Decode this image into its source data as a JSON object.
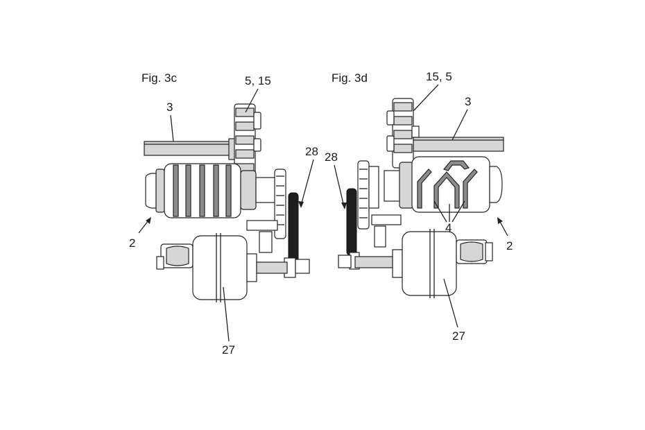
{
  "figures": [
    {
      "title": "Fig. 3c",
      "labels": {
        "camshaft": "2",
        "shaft": "3",
        "gear_pair": "5, 15",
        "motor": "27",
        "drive_gear": "28"
      }
    },
    {
      "title": "Fig. 3d",
      "labels": {
        "camshaft": "2",
        "shaft": "3",
        "gear_pair": "15, 5",
        "motor": "27",
        "drive_gear": "28",
        "cam_tracks": "4"
      }
    }
  ],
  "colors": {
    "line": "#222222",
    "shade": "#d6d6d6",
    "dark": "#8c8c8c",
    "black": "#1e1e1e"
  }
}
